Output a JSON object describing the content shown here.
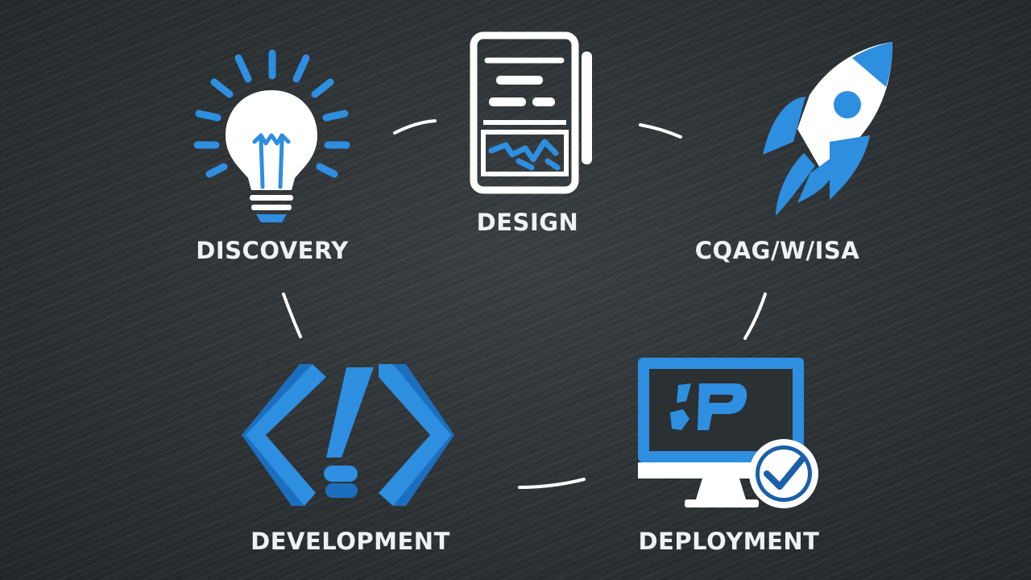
{
  "stages": {
    "discovery": {
      "label": "DISCOVERY",
      "icon": "lightbulb-icon"
    },
    "design": {
      "label": "DESIGN",
      "icon": "mobile-wireframe-icon"
    },
    "launch": {
      "label": "CQAG/W/ISA",
      "icon": "rocket-icon"
    },
    "deployment": {
      "label": "DEPLOYMENT",
      "icon": "monitor-check-icon"
    },
    "development": {
      "label": "DEVELOPMENT",
      "icon": "code-brackets-icon"
    }
  },
  "colors": {
    "background": "#2b3033",
    "accent": "#2e8ee0",
    "icon_white": "#ffffff",
    "text": "#eef2f4"
  }
}
